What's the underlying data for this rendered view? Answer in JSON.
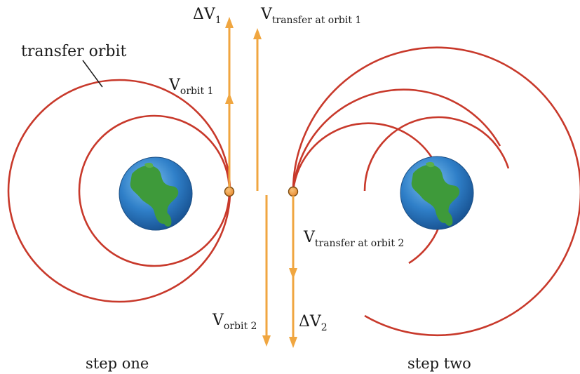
{
  "labels": {
    "transfer_orbit": "transfer orbit",
    "delta_v1": {
      "main": "ΔV",
      "sub": "1"
    },
    "v_transfer_1": {
      "main": "V",
      "sub": "transfer at orbit 1"
    },
    "v_orbit1": {
      "main": "V",
      "sub": "orbit 1"
    },
    "v_transfer_2": {
      "main": "V",
      "sub": "transfer at orbit 2"
    },
    "v_orbit2": {
      "main": "V",
      "sub": "orbit 2"
    },
    "delta_v2": {
      "main": "ΔV",
      "sub": "2"
    },
    "step_one": "step one",
    "step_two": "step two"
  },
  "colors": {
    "orbit": "#c8392b",
    "velocity_arrow": "#f0a640",
    "spacecraft": "#e8892e",
    "ocean": "#2f7fc8",
    "land": "#3e9a3a"
  }
}
